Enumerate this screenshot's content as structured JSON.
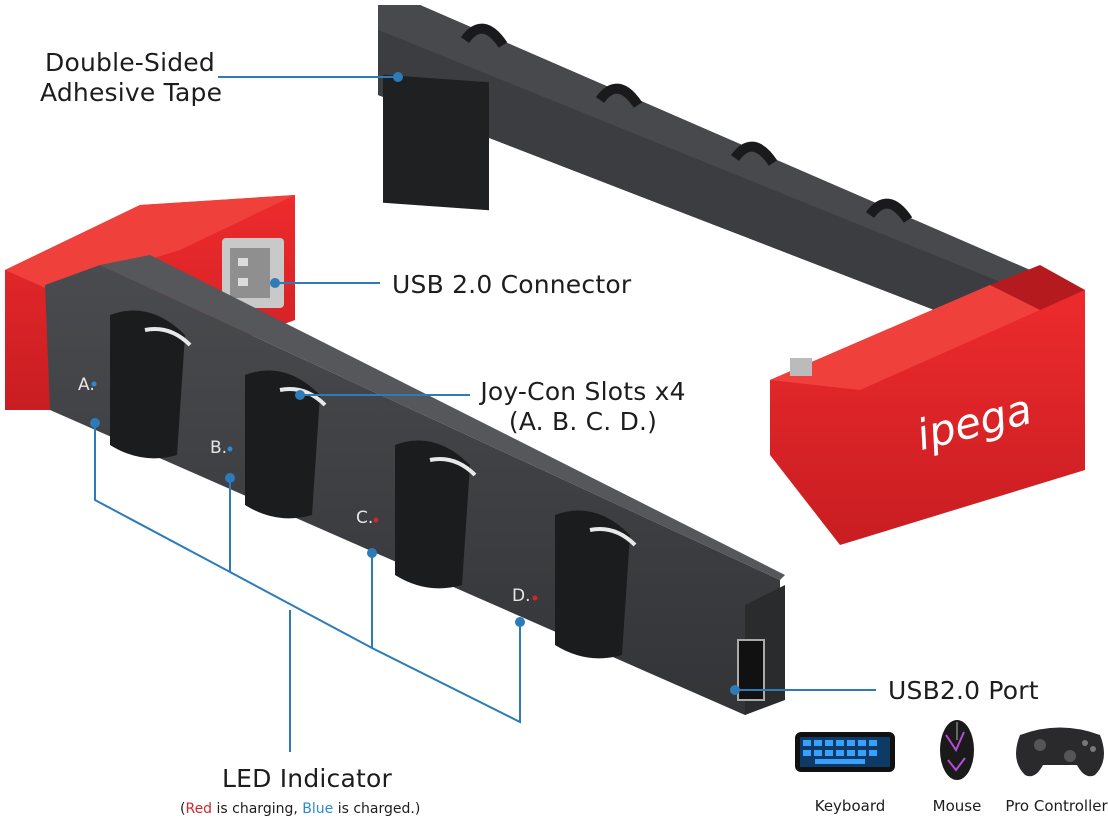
{
  "brand": "ipega",
  "callouts": {
    "adhesive_line1": "Double-Sided",
    "adhesive_line2": "Adhesive Tape",
    "usb_connector": "USB 2.0 Connector",
    "joycon_line1": "Joy-Con Slots x4",
    "joycon_line2": "(A. B. C. D.)",
    "usb_port": "USB2.0 Port",
    "led_title": "LED Indicator",
    "led_note": {
      "open": "(",
      "red_word": "Red",
      "mid": " is charging, ",
      "blue_word": "Blue",
      "end": " is charged.)"
    }
  },
  "slots": [
    {
      "letter": "A.",
      "led": "#2b8ad6"
    },
    {
      "letter": "B.",
      "led": "#2b8ad6"
    },
    {
      "letter": "C.",
      "led": "#d1262b"
    },
    {
      "letter": "D.",
      "led": "#d1262b"
    }
  ],
  "accessories": [
    {
      "label": "Keyboard",
      "icon": "keyboard-icon"
    },
    {
      "label": "Mouse",
      "icon": "mouse-icon"
    },
    {
      "label": "Pro Controller",
      "icon": "controller-icon"
    }
  ],
  "colors": {
    "body": "#3a3b3e",
    "body_dark": "#28292b",
    "accent_red": "#e0262a",
    "callout_line": "#2d7bb8"
  }
}
